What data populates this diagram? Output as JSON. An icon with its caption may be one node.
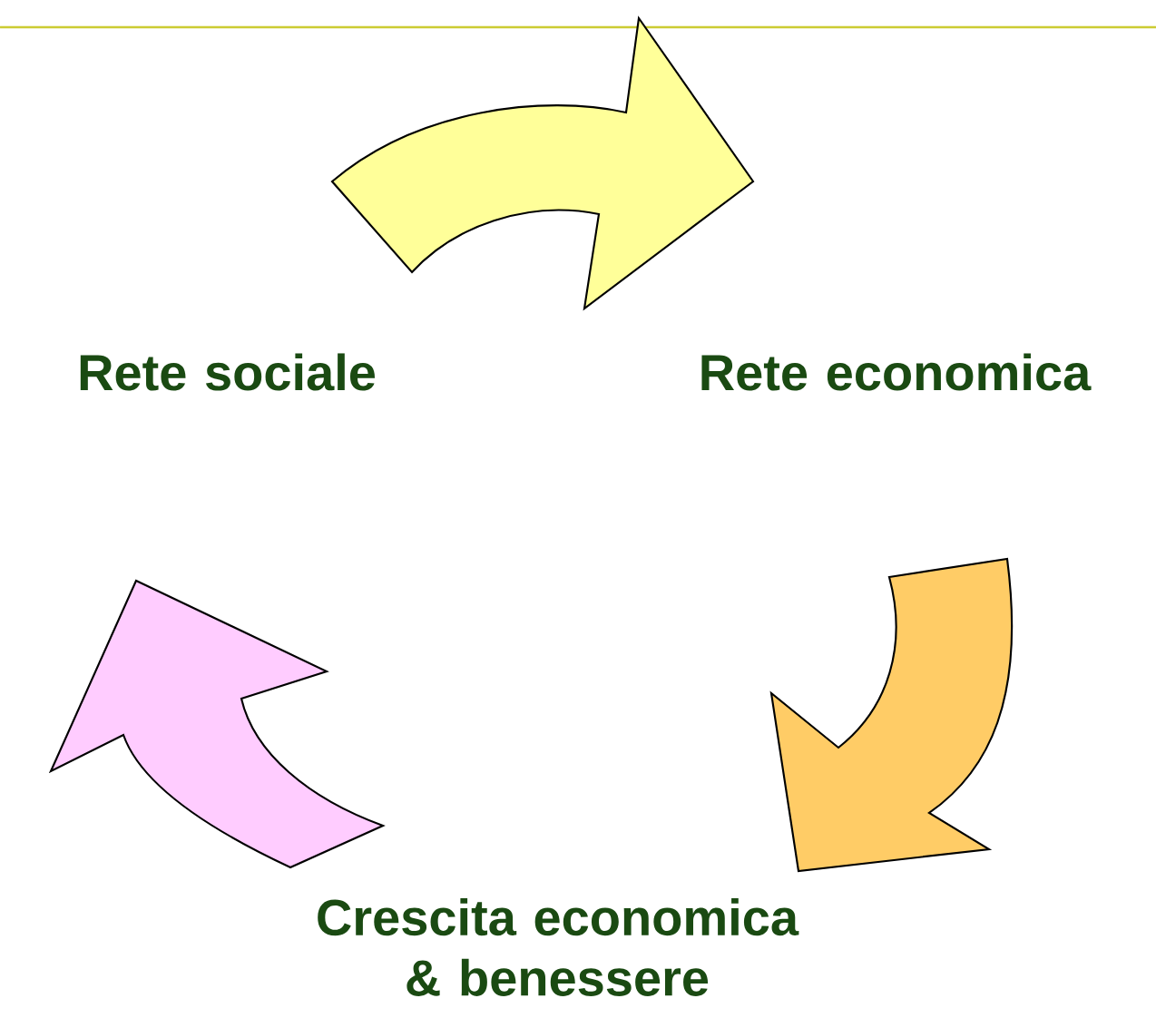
{
  "diagram": {
    "nodes": [
      {
        "text": [
          "Rete sociale"
        ]
      },
      {
        "text": [
          "Rete economica"
        ]
      },
      {
        "text": [
          "Crescita economica & benessere"
        ]
      }
    ],
    "edges": [
      {
        "from": 0,
        "to": 1,
        "arrow": "to",
        "color": "#ffff99"
      },
      {
        "from": 1,
        "to": 2,
        "arrow": "to",
        "color": "#ffcc66"
      },
      {
        "from": 2,
        "to": 0,
        "arrow": "to",
        "color": "#ffccff"
      }
    ]
  }
}
